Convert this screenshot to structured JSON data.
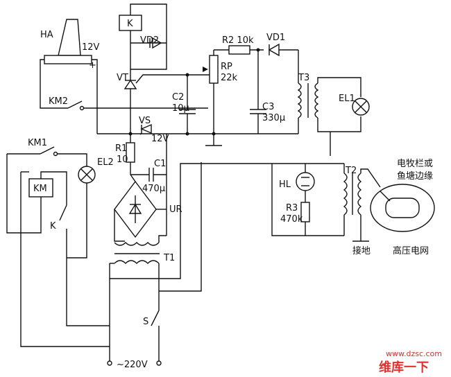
{
  "components": {
    "HA": "HA",
    "HA_V": "12V",
    "plus": "+",
    "K": "K",
    "VD2": "VD2",
    "R2": "R2 10k",
    "VD1": "VD1",
    "RP": "RP",
    "RP_val": "22k",
    "VT": "VT",
    "KM2": "KM2",
    "C2": "C2",
    "C2_val": "10μ",
    "C3": "C3",
    "C3_val": "330μ",
    "T3": "T3",
    "EL1": "EL1",
    "VS": "VS",
    "VS_V": "12V",
    "KM1": "KM1",
    "R1": "R1",
    "R1_val": "10",
    "C1": "C1",
    "C1_val": "470μ",
    "EL2": "EL2",
    "KM": "KM",
    "K2": "K",
    "UR": "UR",
    "T1": "T1",
    "HL": "HL",
    "R3": "R3",
    "R3_val": "470k",
    "T2": "T2",
    "S": "S",
    "mains": "~220V"
  },
  "annotations": {
    "fence_line1": "电牧栏或",
    "fence_line2": "鱼塘边缘",
    "ground": "接地",
    "hv_net": "高压电网"
  },
  "watermark": {
    "site": "www.dzsc.com",
    "brand": "维库一下"
  }
}
